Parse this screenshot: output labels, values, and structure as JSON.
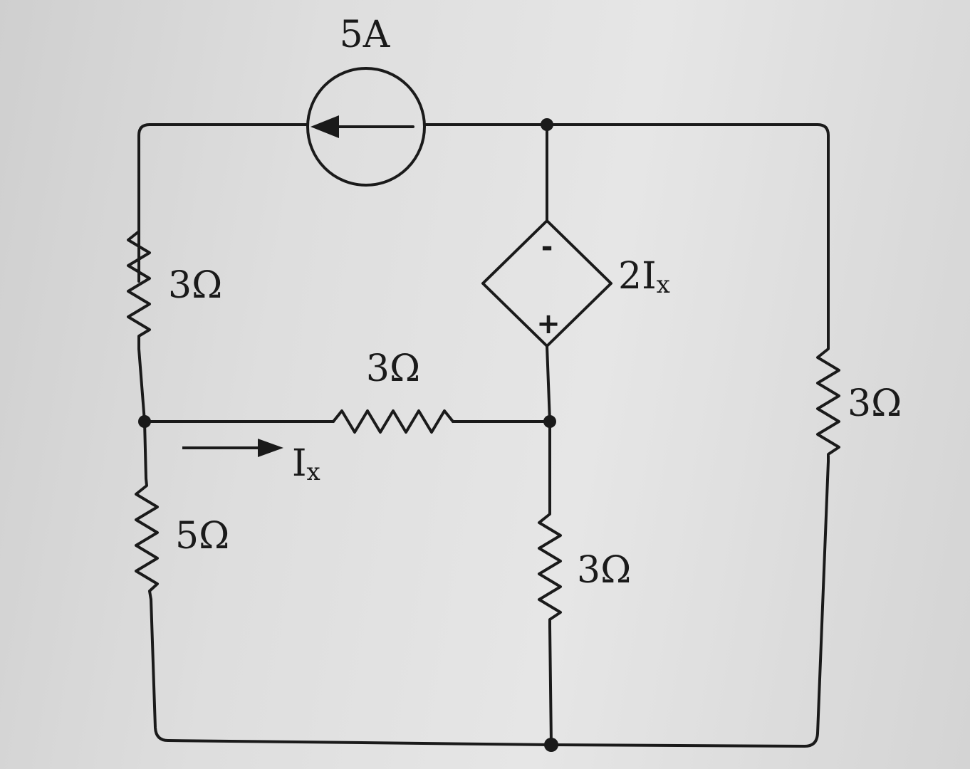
{
  "circuit": {
    "current_source": {
      "label": "5A"
    },
    "dependent_source": {
      "label_main": "2I",
      "label_sub": "x",
      "top_sign": "-",
      "bottom_sign": "+"
    },
    "resistors": {
      "left_upper": "3Ω",
      "middle_horizontal": "3Ω",
      "right": "3Ω",
      "left_lower": "5Ω",
      "center_lower": "3Ω"
    },
    "current_indicator": {
      "label_main": "I",
      "label_sub": "x"
    }
  }
}
